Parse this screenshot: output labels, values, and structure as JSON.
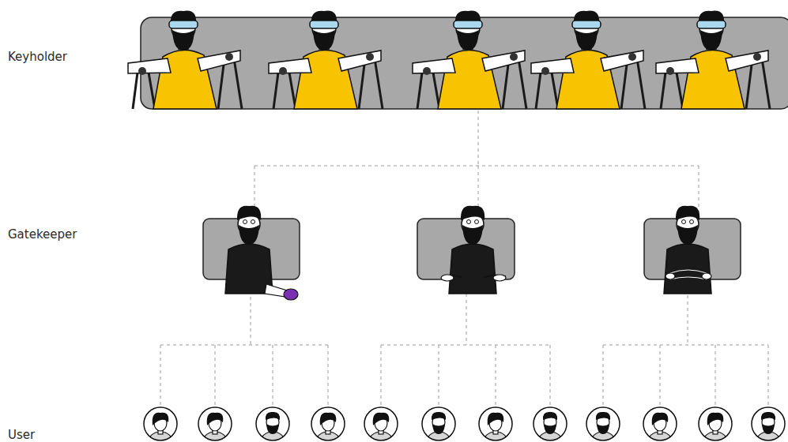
{
  "diagram": {
    "labels": [
      "Keyholder",
      "Gatekeeper",
      "User"
    ]
  }
}
